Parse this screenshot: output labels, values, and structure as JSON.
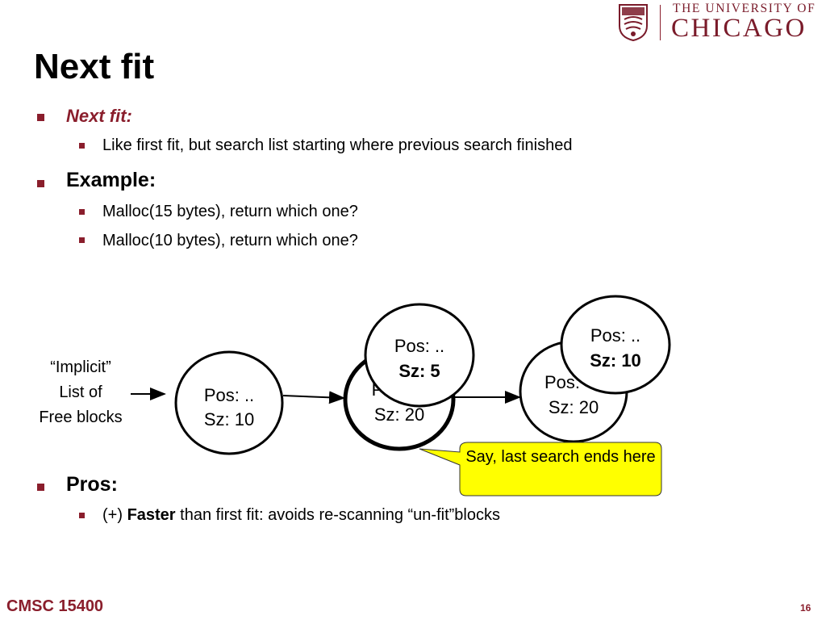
{
  "logo": {
    "university_line": "THE UNIVERSITY OF",
    "name_line": "CHICAGO"
  },
  "title": "Next fit",
  "bullets": [
    {
      "label": "Next fit:",
      "sub": [
        "Like first fit, but search list starting where previous search finished"
      ]
    },
    {
      "label": "Example:",
      "sub": [
        "Malloc(15 bytes), return which one?",
        "Malloc(10 bytes), return which one?"
      ]
    },
    {
      "label": "Pros:",
      "sub_parts": {
        "prefix": "(+) ",
        "bold": "Faster",
        "rest": " than first fit: avoids re-scanning “un-fit”blocks"
      }
    }
  ],
  "diagram": {
    "implicit_label": [
      "“Implicit”",
      "List of",
      "Free blocks"
    ],
    "nodes": [
      {
        "pos": "Pos: ..",
        "size": "Sz: 10"
      },
      {
        "pos": "P",
        "size": "Sz: 20"
      },
      {
        "pos": "Pos: ..",
        "size": "Sz: 5"
      },
      {
        "pos": "Pos:",
        "size": "Sz: 20"
      },
      {
        "pos": "Pos: ..",
        "size": "Sz: 10"
      }
    ],
    "callout": "Say, last search ends here"
  },
  "colors": {
    "accent": "#8a1e2c",
    "callout_fill": "#ffff00"
  },
  "footer": {
    "course": "CMSC 15400",
    "page": "16"
  }
}
